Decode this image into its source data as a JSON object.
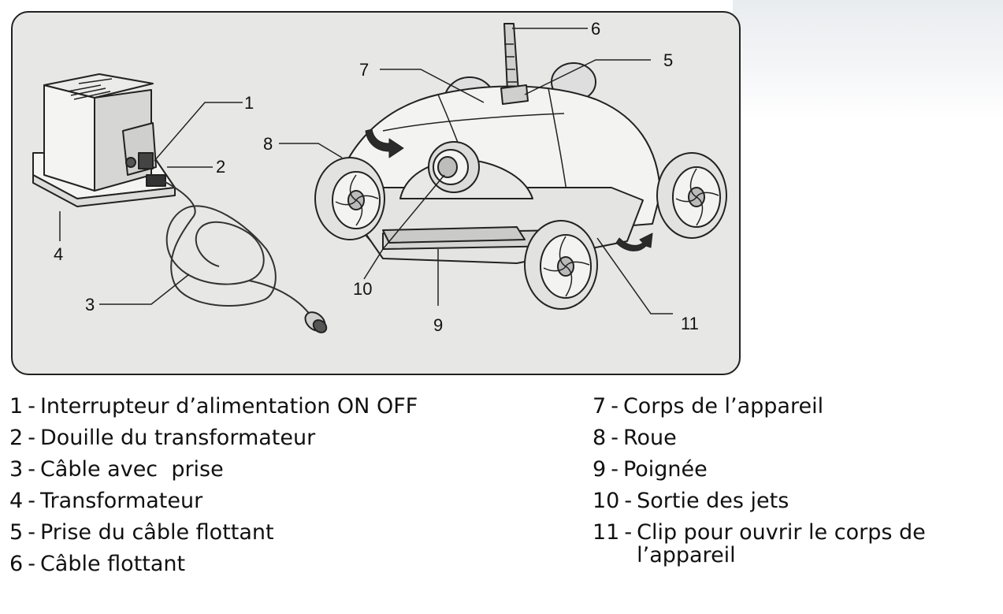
{
  "diagram": {
    "callouts": [
      "1",
      "2",
      "3",
      "4",
      "5",
      "6",
      "7",
      "8",
      "9",
      "10",
      "11"
    ]
  },
  "legend": {
    "left": [
      {
        "num": "1",
        "text": "Interrupteur d’alimentation ON OFF"
      },
      {
        "num": "2",
        "text": "Douille du transformateur"
      },
      {
        "num": "3",
        "text": "Câble avec  prise"
      },
      {
        "num": "4",
        "text": "Transformateur"
      },
      {
        "num": "5",
        "text": "Prise du câble flottant"
      },
      {
        "num": "6",
        "text": "Câble flottant"
      }
    ],
    "right": [
      {
        "num": "7",
        "text": "Corps de l’appareil"
      },
      {
        "num": "8",
        "text": "Roue"
      },
      {
        "num": "9",
        "text": "Poignée"
      },
      {
        "num": "10",
        "text": "Sortie des jets"
      },
      {
        "num": "11",
        "text": "Clip pour ouvrir le corps de l’appareil"
      }
    ]
  },
  "colors": {
    "panel": "#e7e8e6",
    "outline": "#222222"
  }
}
